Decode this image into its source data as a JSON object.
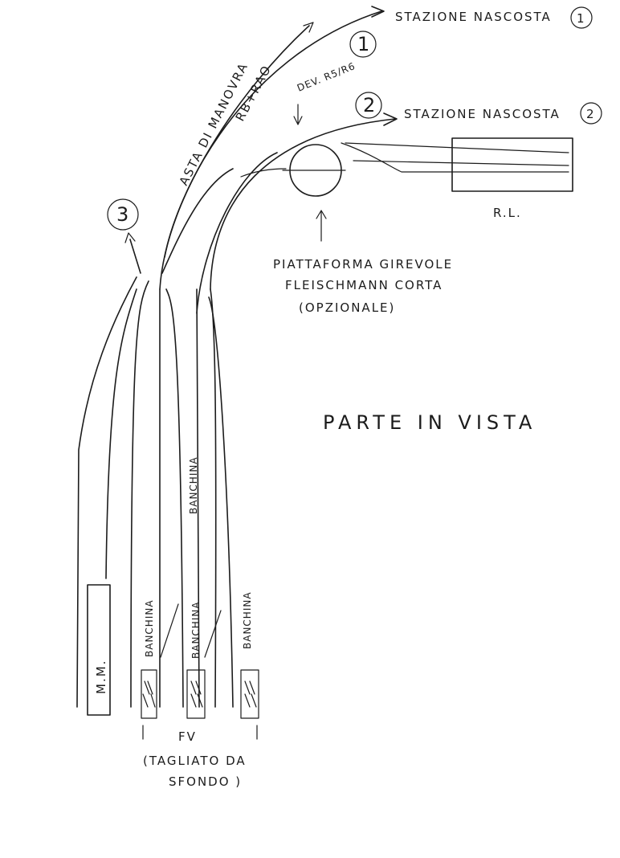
{
  "labels": {
    "stazione_1": "STAZIONE NASCOSTA",
    "stazione_1_num": "1",
    "stazione_2": "STAZIONE NASCOSTA",
    "stazione_2_num": "2",
    "circle_1": "1",
    "circle_2": "2",
    "circle_3": "3",
    "dev": "DEV. R5/R6",
    "rb_rao": "RB+RAO",
    "asta": "ASTA DI MANOVRA",
    "rl": "R.L.",
    "piattaforma_1": "PIATTAFORMA GIREVOLE",
    "piattaforma_2": "FLEISCHMANN CORTA",
    "piattaforma_3": "(OPZIONALE)",
    "parte": "PARTE IN VISTA",
    "mm": "M.M.",
    "banchina_1": "BANCHINA",
    "banchina_2": "BANCHINA",
    "banchina_3": "BANCHINA",
    "banchina_4": "BANCHINA",
    "fv": "FV",
    "tagliato_1": "(TAGLIATO DA",
    "tagliato_2": "SFONDO )"
  }
}
